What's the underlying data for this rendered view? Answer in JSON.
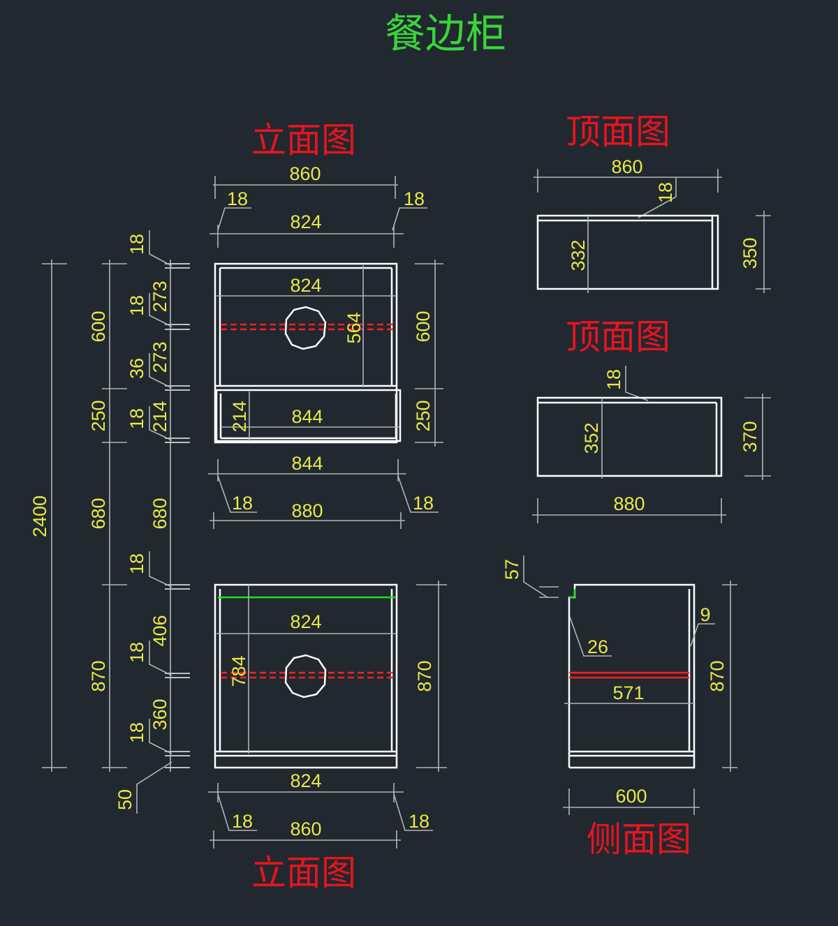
{
  "drawing": {
    "title": "餐边柜",
    "colors": {
      "background": "#212830",
      "title": "#3ad43a",
      "label": "#e8141e",
      "dimension": "#e8e846",
      "line": "#ffffff",
      "accent_red": "#ff2020",
      "accent_green": "#22dd22"
    }
  },
  "views": {
    "upper_elevation": {
      "label": "立面图",
      "dims": {
        "width_total": "860",
        "side_left": "18",
        "side_right": "18",
        "width_inner": "824",
        "shelf_width": "824",
        "inner_height": "564",
        "right_height": "600",
        "drawer_width": "844",
        "drawer_height": "214",
        "drawer_right_height": "250",
        "bottom_width_inner": "844",
        "bottom_side_left": "18",
        "bottom_side_right": "18",
        "bottom_width_total": "880"
      }
    },
    "left_dimension_chain": {
      "total": "2400",
      "level2": [
        "600",
        "250",
        "680",
        "870"
      ],
      "level1": [
        "18",
        "18",
        "36",
        "18",
        "18",
        "18",
        "18",
        "50"
      ],
      "level0": [
        "273",
        "273",
        "214",
        "680",
        "406",
        "360"
      ]
    },
    "lower_elevation": {
      "label": "立面图",
      "dims": {
        "top_width": "824",
        "shelf_width": "824",
        "inner_height": "784",
        "right_height": "870",
        "bottom_width_inner": "824",
        "side_left": "18",
        "side_right": "18",
        "width_total": "860"
      }
    },
    "top_view_1": {
      "label": "顶面图",
      "dims": {
        "width": "860",
        "panel": "18",
        "inner_depth": "332",
        "depth": "350"
      }
    },
    "top_view_2": {
      "label": "顶面图",
      "dims": {
        "panel": "18",
        "inner_depth": "352",
        "depth": "370",
        "width": "880"
      }
    },
    "side_view": {
      "label": "侧面图",
      "dims": {
        "step": "57",
        "notch": "26",
        "panel": "9",
        "shelf": "571",
        "height": "870",
        "depth": "600"
      }
    }
  }
}
